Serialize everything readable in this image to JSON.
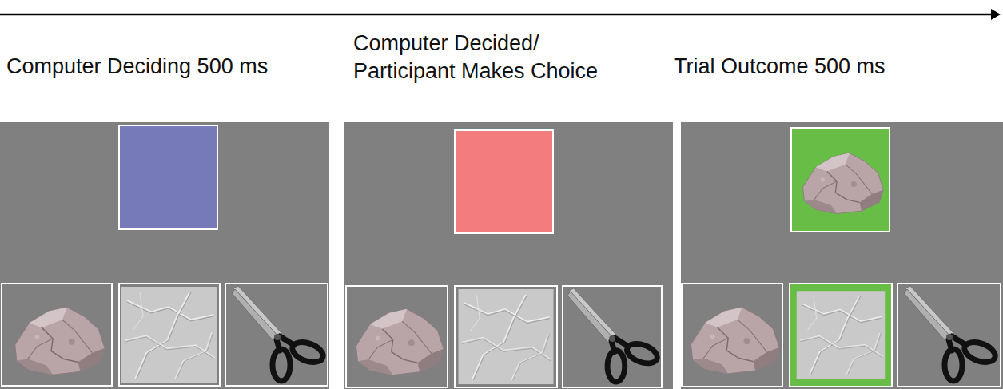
{
  "diagram": {
    "nodes": [
      {
        "text": [
          "Computer Deciding 500 ms"
        ]
      },
      {
        "text": [
          "Computer Decided/ Participant Makes Choice"
        ]
      },
      {
        "text": [
          "Trial Outcome 500 ms"
        ]
      }
    ]
  }
}
